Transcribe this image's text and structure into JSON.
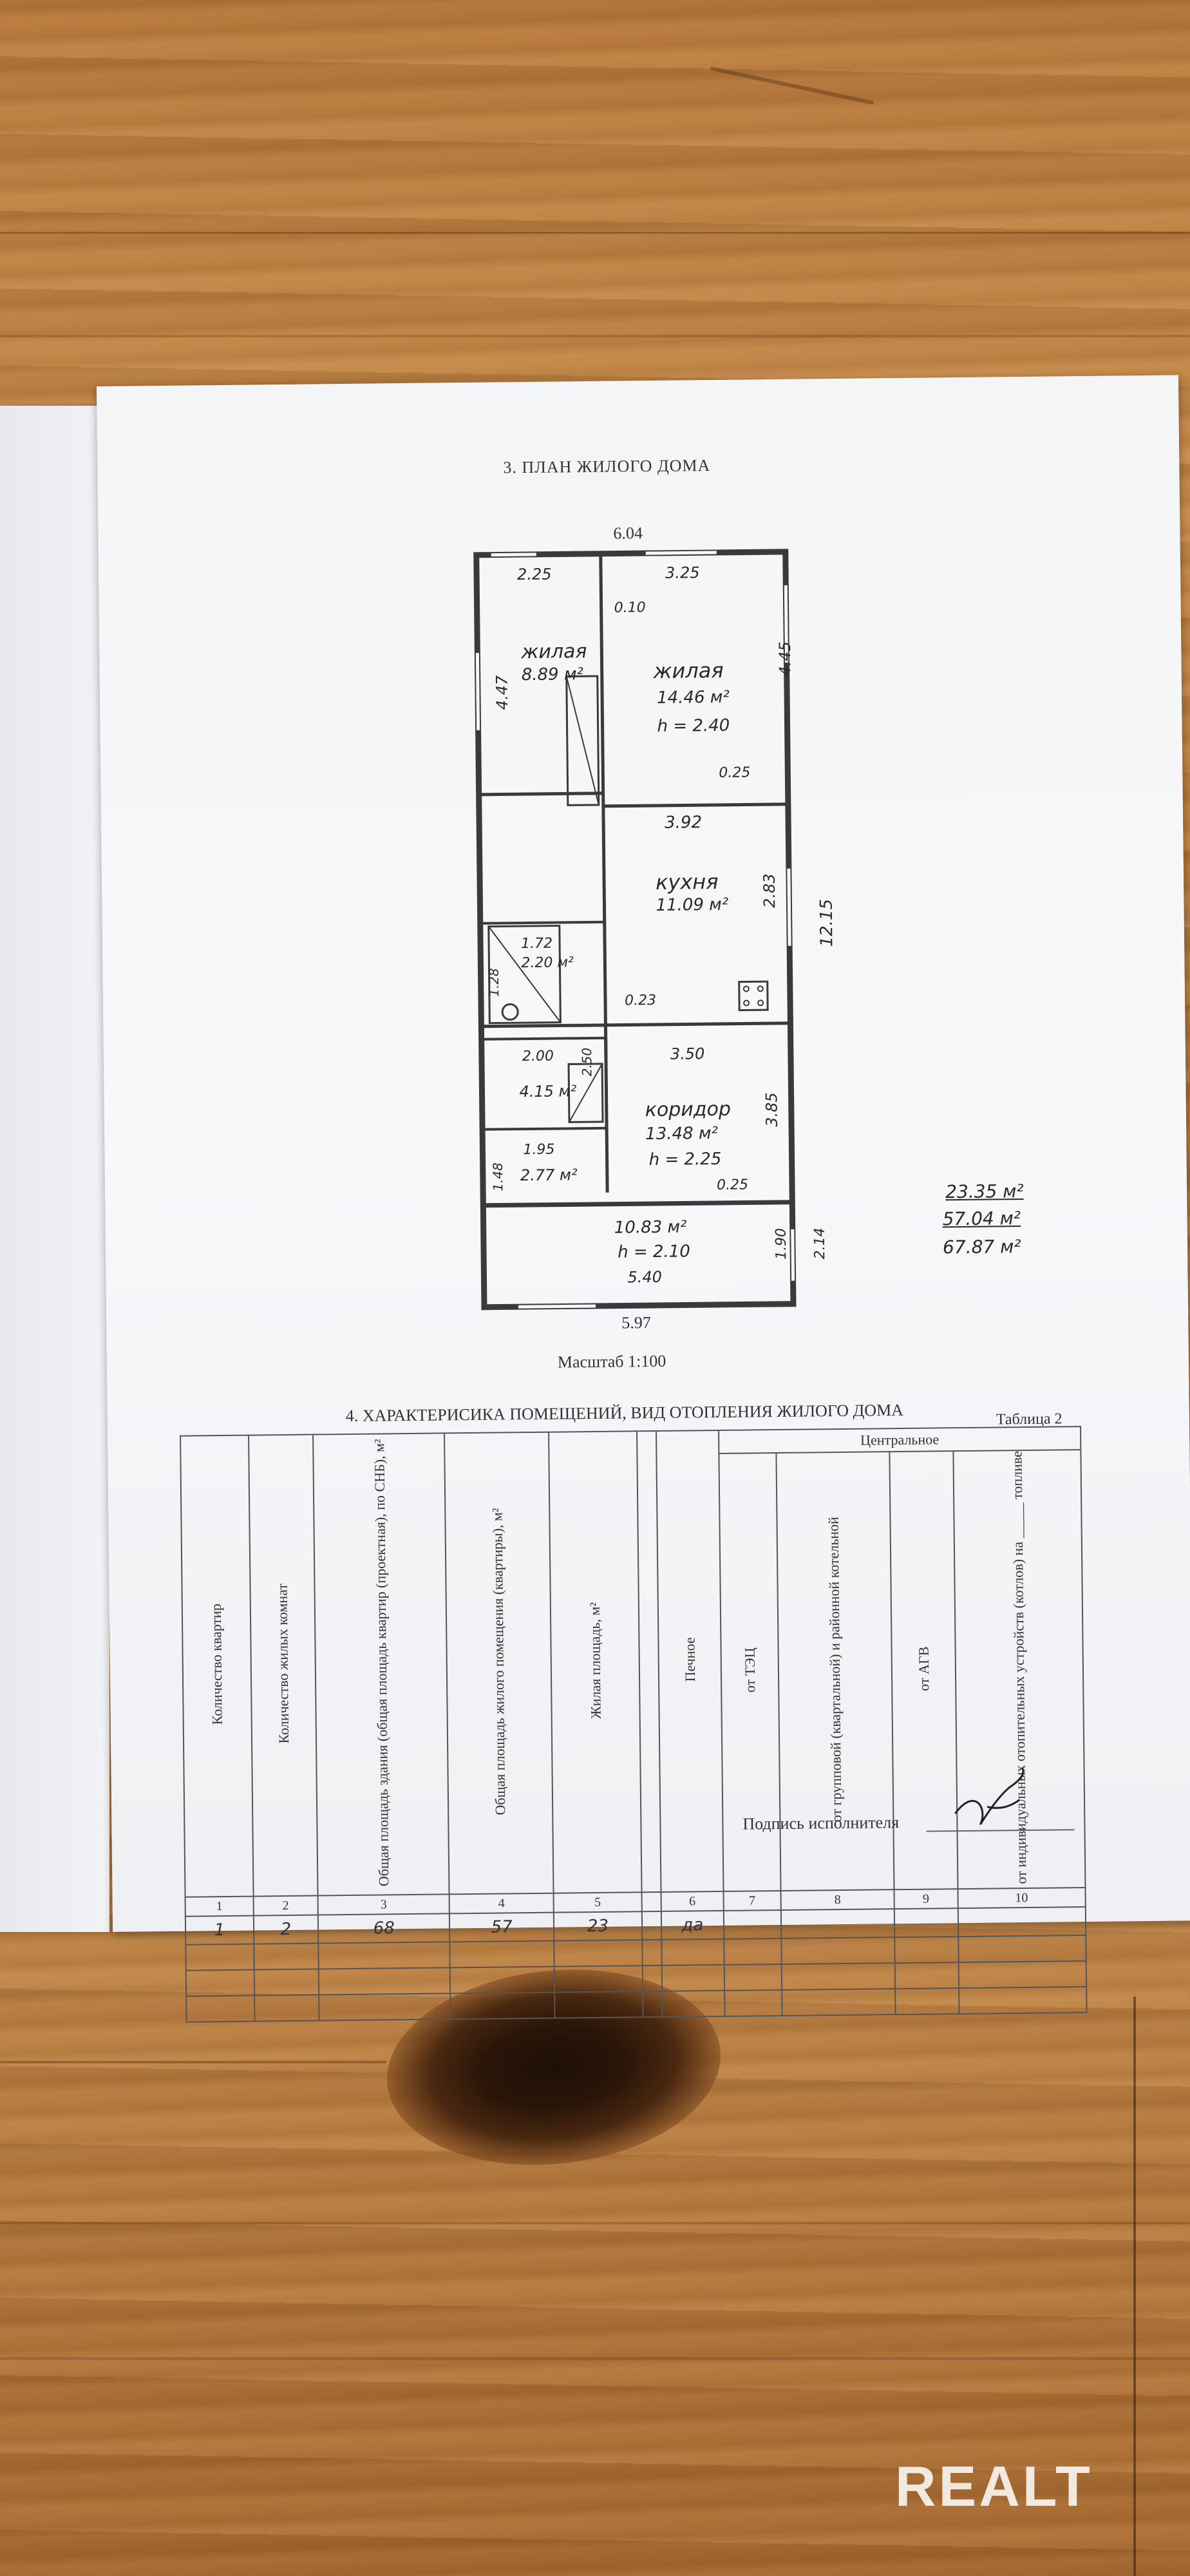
{
  "plan": {
    "title": "3. ПЛАН ЖИЛОГО ДОМА",
    "scale": "Масштаб 1:100",
    "dims": {
      "top_width": "6.04",
      "bottom_width": "5.97",
      "right_height": "12.15",
      "left_room_height": "4.47",
      "right_room_height": "4.45",
      "room1_width": "2.25",
      "room2_width": "3.25",
      "wall_gap": "0.10",
      "kitchen_gap": "0.25",
      "kitchen_width": "3.92",
      "kitchen_height": "2.83",
      "bath_width": "1.72",
      "bath_height": "1.28",
      "corridor_gap": "0.23",
      "corridor_width": "3.50",
      "corridor_height": "3.85",
      "small_room_width": "2.00",
      "small_room_dim": "2.50",
      "closet_width": "1.95",
      "closet_height": "1.48",
      "corridor_gap2": "0.25",
      "veranda_width": "5.40",
      "veranda_height": "1.90",
      "veranda_outer": "2.14"
    },
    "rooms": {
      "r1_name": "жилая",
      "r1_area": "8.89 м²",
      "r2_name": "жилая",
      "r2_area": "14.46 м²",
      "r2_h": "h = 2.40",
      "kitchen_name": "кухня",
      "kitchen_area": "11.09 м²",
      "bath_area": "2.20 м²",
      "small_area": "4.15 м²",
      "corridor_name": "коридор",
      "corridor_area": "13.48 м²",
      "corridor_h": "h = 2.25",
      "closet_area": "2.77 м²",
      "veranda_area": "10.83 м²",
      "veranda_h": "h = 2.10"
    },
    "totals": {
      "living": "23.35 м²",
      "total": "57.04 м²",
      "gross": "67.87 м²"
    }
  },
  "section4": {
    "title": "4. ХАРАКТЕРИСИКА ПОМЕЩЕНИЙ, ВИД ОТОПЛЕНИЯ ЖИЛОГО ДОМА",
    "table_label": "Таблица 2",
    "headers": {
      "h1": "Количество квартир",
      "h2": "Количество жилых комнат",
      "h3": "Общая площадь здания (общая площадь квартир (проектная), по СНБ), м²",
      "h4": "Общая площадь жилого помещения (квартиры), м²",
      "h5": "Жилая площадь, м²",
      "h6": "Печное",
      "central": "Центральное",
      "h7": "от ТЭЦ",
      "h8": "от групповой (квартальной) и районной котельной",
      "h9": "от АГВ",
      "h10": "от индивидуальных отопительных устройств (котлов) на _____ топливе"
    },
    "numbers": [
      "1",
      "2",
      "3",
      "4",
      "5",
      "6",
      "7",
      "8",
      "9",
      "10"
    ],
    "row": [
      "1",
      "2",
      "68",
      "57",
      "23",
      "да",
      "",
      "",
      "",
      ""
    ],
    "signature_label": "Подпись исполнителя"
  },
  "watermark": "REALT"
}
